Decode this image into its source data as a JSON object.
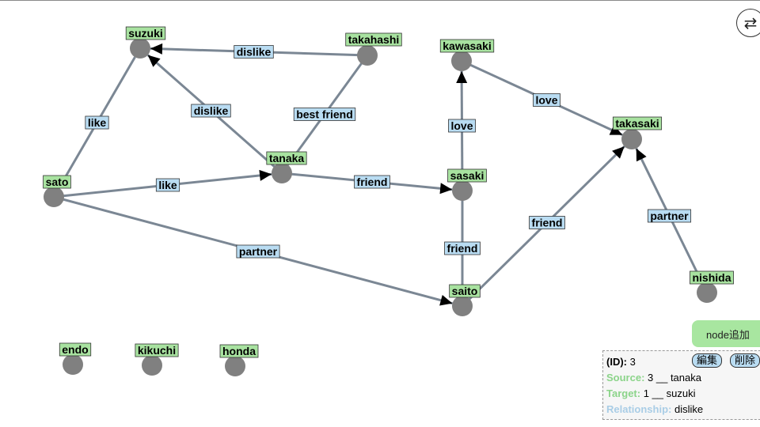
{
  "nodes": [
    {
      "id": "suzuki",
      "label": "suzuki"
    },
    {
      "id": "takahashi",
      "label": "takahashi"
    },
    {
      "id": "kawasaki",
      "label": "kawasaki"
    },
    {
      "id": "takasaki",
      "label": "takasaki"
    },
    {
      "id": "sato",
      "label": "sato"
    },
    {
      "id": "tanaka",
      "label": "tanaka"
    },
    {
      "id": "sasaki",
      "label": "sasaki"
    },
    {
      "id": "saito",
      "label": "saito"
    },
    {
      "id": "nishida",
      "label": "nishida"
    },
    {
      "id": "endo",
      "label": "endo"
    },
    {
      "id": "kikuchi",
      "label": "kikuchi"
    },
    {
      "id": "honda",
      "label": "honda"
    }
  ],
  "edges": [
    {
      "from": "takahashi",
      "to": "suzuki",
      "label": "dislike",
      "directed": true
    },
    {
      "from": "sato",
      "to": "suzuki",
      "label": "like",
      "directed": false
    },
    {
      "from": "tanaka",
      "to": "suzuki",
      "label": "dislike",
      "directed": true
    },
    {
      "from": "takahashi",
      "to": "tanaka",
      "label": "best friend",
      "directed": false
    },
    {
      "from": "sato",
      "to": "tanaka",
      "label": "like",
      "directed": true
    },
    {
      "from": "tanaka",
      "to": "sasaki",
      "label": "friend",
      "directed": true
    },
    {
      "from": "sasaki",
      "to": "kawasaki",
      "label": "love",
      "directed": true
    },
    {
      "from": "kawasaki",
      "to": "takasaki",
      "label": "love",
      "directed": true
    },
    {
      "from": "sato",
      "to": "saito",
      "label": "partner",
      "directed": true
    },
    {
      "from": "sasaki",
      "to": "saito",
      "label": "friend",
      "directed": false
    },
    {
      "from": "saito",
      "to": "takasaki",
      "label": "friend",
      "directed": true
    },
    {
      "from": "nishida",
      "to": "takasaki",
      "label": "partner",
      "directed": true
    }
  ],
  "controls": {
    "swap_icon": "swap-arrows-icon",
    "swap_glyph": "⇄",
    "add_node_label": "node追加"
  },
  "info_panel": {
    "id_key": "(ID):",
    "id_value": "3",
    "edit_label": "編集",
    "delete_label": "削除",
    "source_key": "Source:",
    "source_value": "3 __ tanaka",
    "target_key": "Target:",
    "target_value": "1 __ suzuki",
    "relationship_key": "Relationship:",
    "relationship_value": "dislike"
  },
  "colors": {
    "node": "#808080",
    "edge": "#7b8794",
    "node_label_bg": "#a8e2a0",
    "edge_label_bg": "#b9dcf2",
    "add_button_bg": "#a8e6a0"
  }
}
